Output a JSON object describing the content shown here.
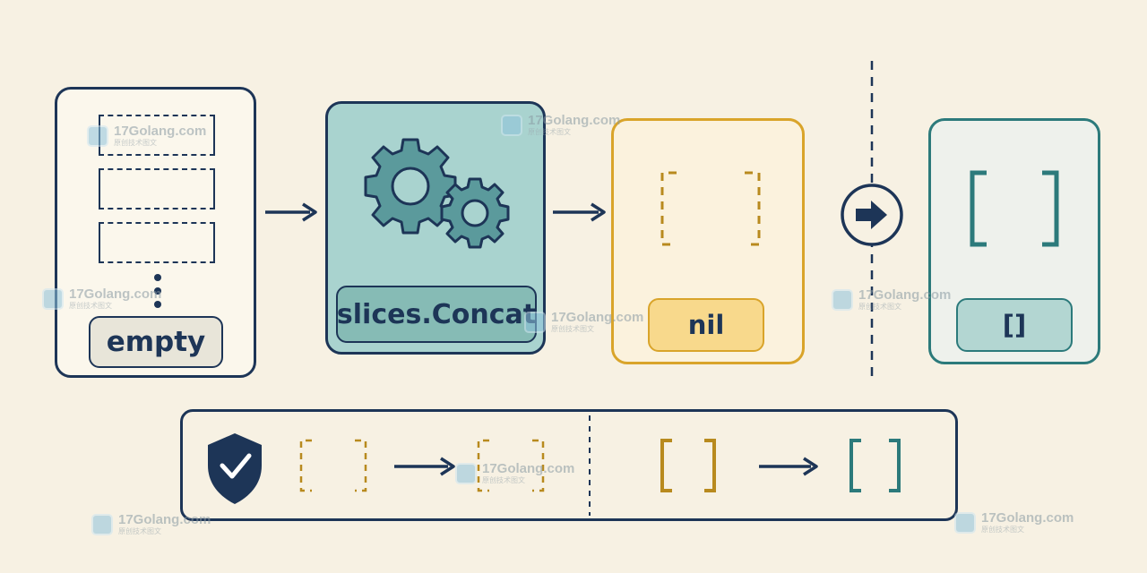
{
  "labels": {
    "empty": "empty",
    "concat": "slices.Concat",
    "nil": "nil",
    "result": "[]"
  },
  "watermark": {
    "text": "17Golang.com",
    "subtext": "原创技术图文"
  },
  "icons": {
    "gears": "gears-icon",
    "shield": "shield-check-icon",
    "arrow_circle": "arrow-right-circle-icon"
  },
  "colors": {
    "navy": "#1d3557",
    "teal": "#2c7a7b",
    "gold": "#d9a42a",
    "background": "#f7f1e3"
  }
}
